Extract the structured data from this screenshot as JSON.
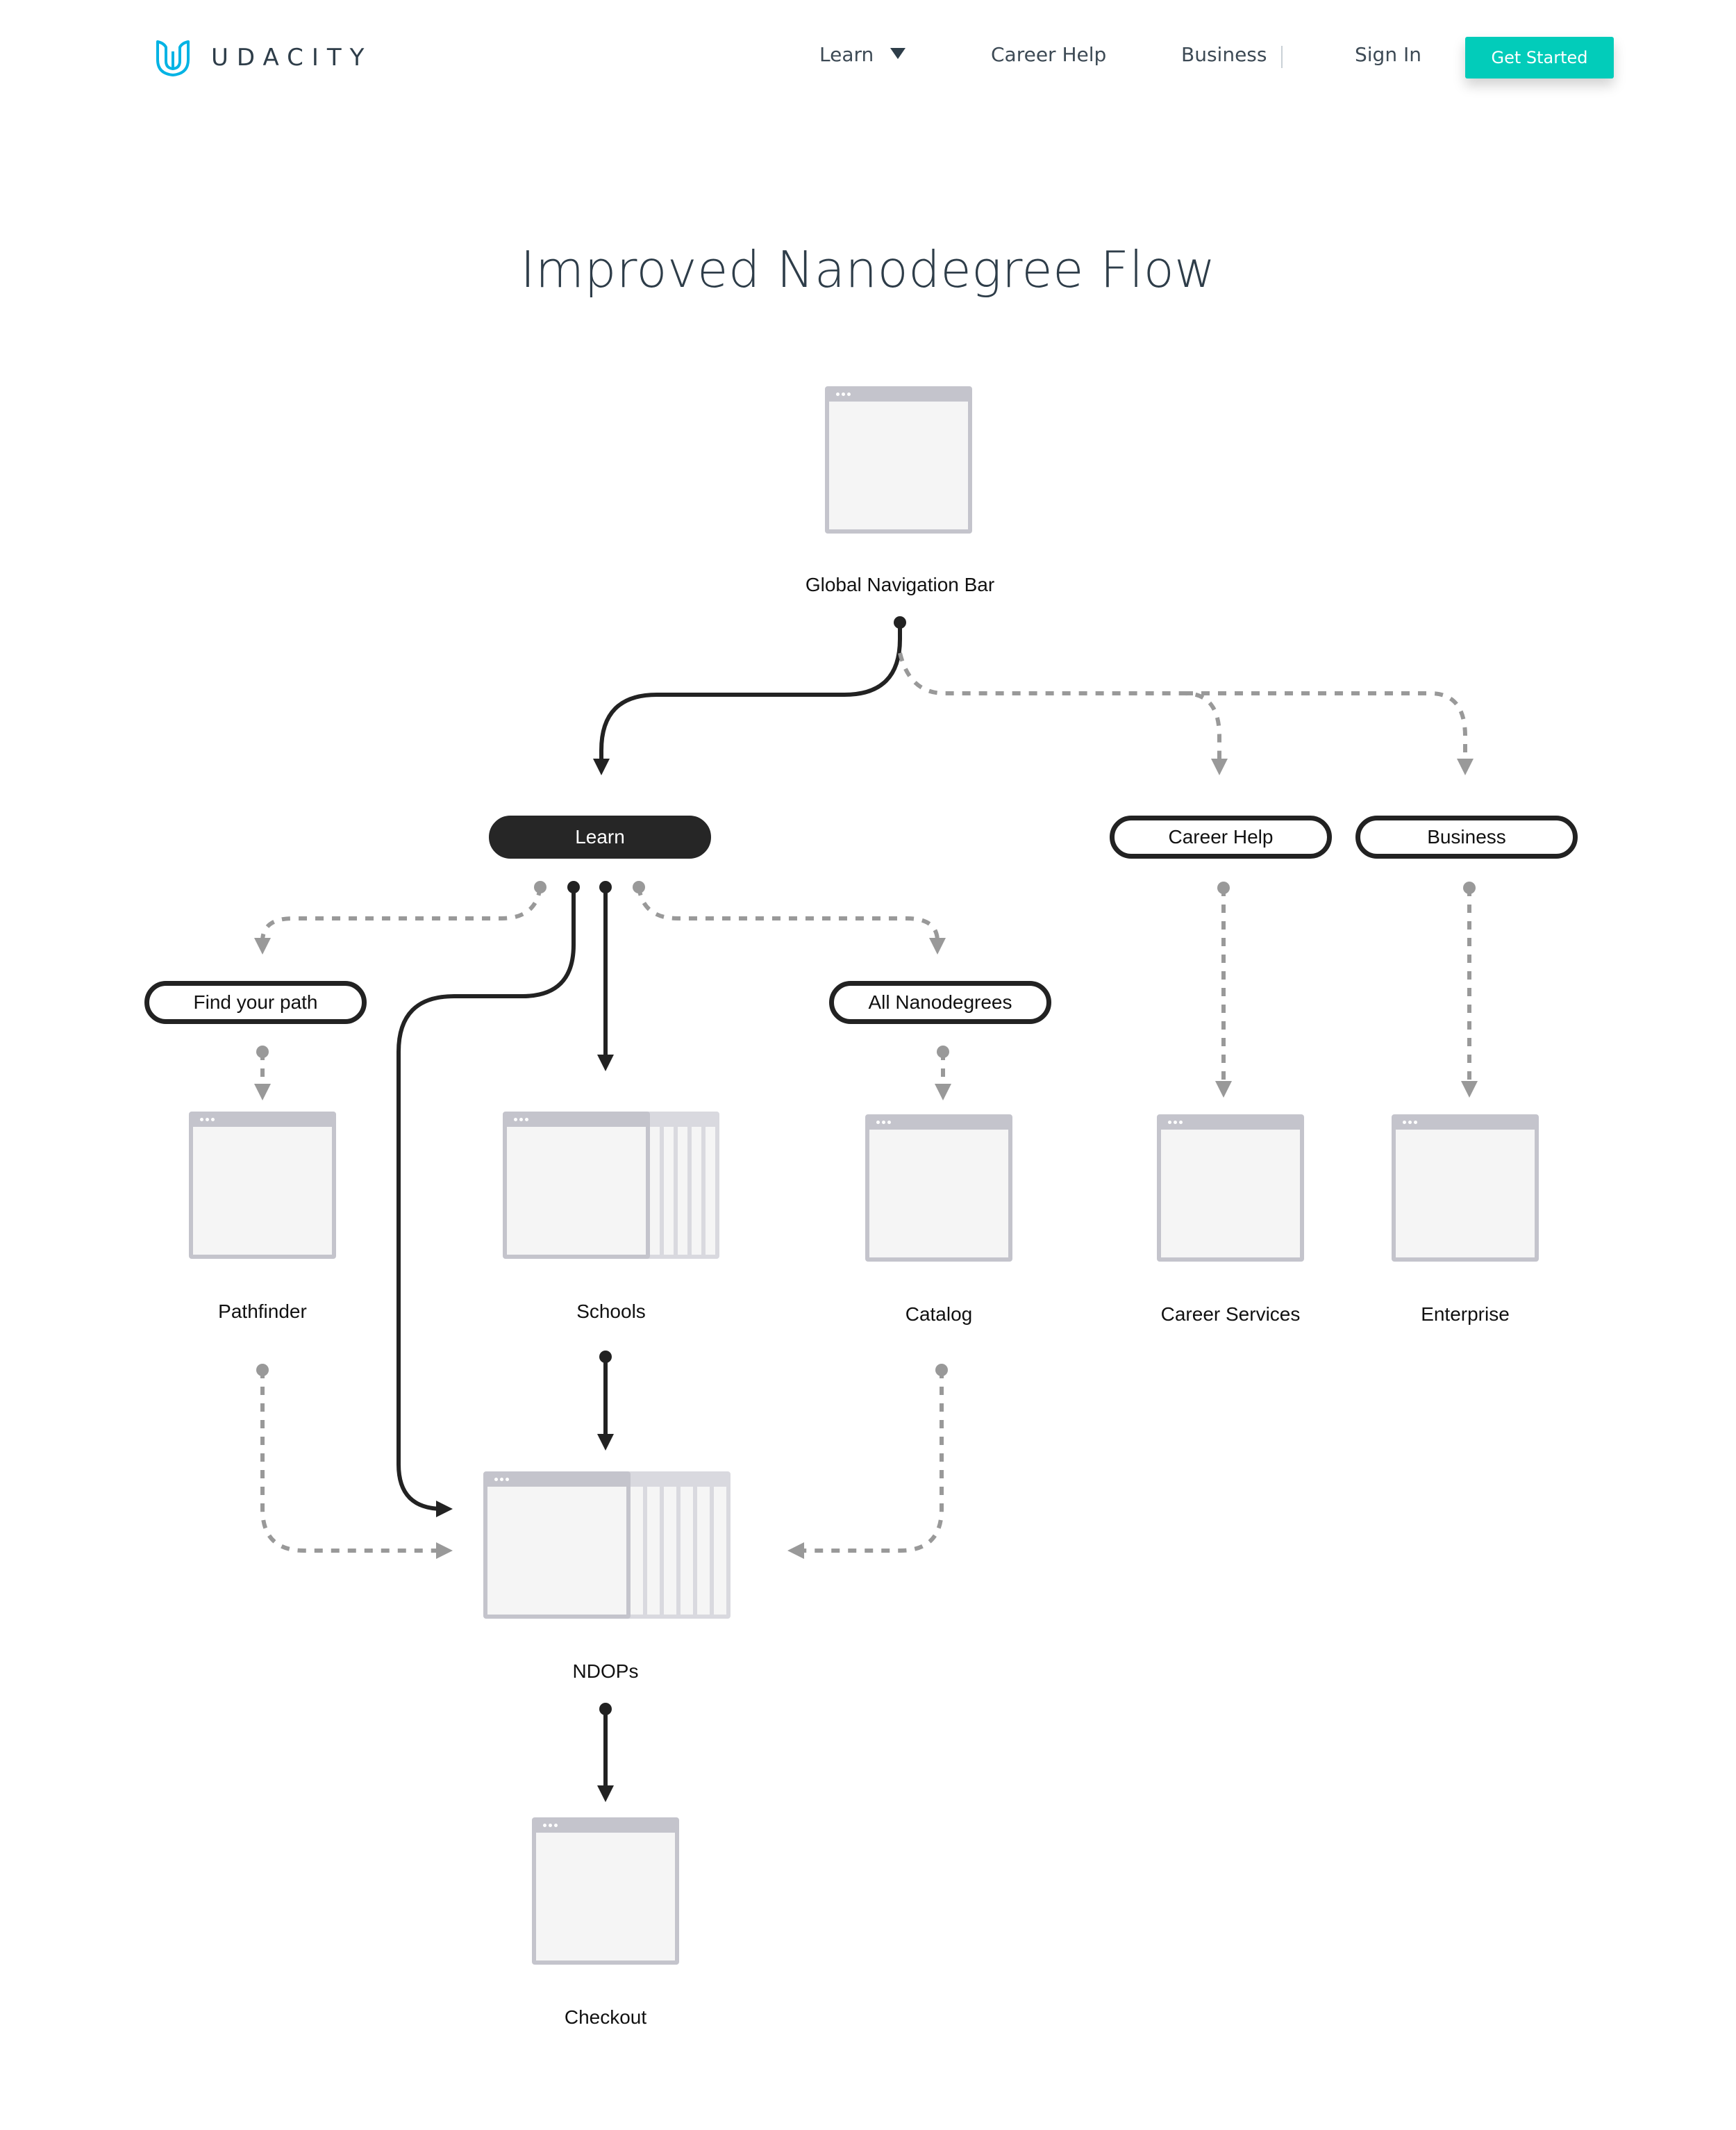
{
  "header": {
    "logo_text": "UDACITY",
    "logo_color": "#02b3e4",
    "nav": [
      {
        "label": "Learn",
        "has_dropdown": true
      },
      {
        "label": "Career Help"
      },
      {
        "label": "Business"
      },
      {
        "label": "Sign In"
      }
    ],
    "cta_label": "Get Started",
    "cta_color": "#02ccba"
  },
  "title": "Improved Nanodegree Flow",
  "diagram": {
    "root": "Global Navigation Bar",
    "nav_nodes": {
      "learn": "Learn",
      "career_help": "Career Help",
      "business": "Business"
    },
    "learn_children": {
      "find_your_path": "Find your path",
      "all_nanodegrees": "All Nanodegrees"
    },
    "pages": {
      "pathfinder": "Pathfinder",
      "schools": "Schools",
      "catalog": "Catalog",
      "career_services": "Career Services",
      "enterprise": "Enterprise",
      "ndops": "NDOPs",
      "checkout": "Checkout"
    },
    "edges": [
      {
        "from": "Global Navigation Bar",
        "to": "Learn",
        "style": "solid"
      },
      {
        "from": "Global Navigation Bar",
        "to": "Career Help",
        "style": "dashed"
      },
      {
        "from": "Global Navigation Bar",
        "to": "Business",
        "style": "dashed"
      },
      {
        "from": "Learn",
        "to": "Find your path",
        "style": "dashed"
      },
      {
        "from": "Learn",
        "to": "All Nanodegrees",
        "style": "dashed"
      },
      {
        "from": "Learn",
        "to": "Schools",
        "style": "solid"
      },
      {
        "from": "Learn",
        "to": "NDOPs",
        "style": "solid"
      },
      {
        "from": "Find your path",
        "to": "Pathfinder",
        "style": "dashed"
      },
      {
        "from": "All Nanodegrees",
        "to": "Catalog",
        "style": "dashed"
      },
      {
        "from": "Career Help",
        "to": "Career Services",
        "style": "dashed"
      },
      {
        "from": "Business",
        "to": "Enterprise",
        "style": "dashed"
      },
      {
        "from": "Schools",
        "to": "NDOPs",
        "style": "solid"
      },
      {
        "from": "Pathfinder",
        "to": "NDOPs",
        "style": "dashed"
      },
      {
        "from": "Catalog",
        "to": "NDOPs",
        "style": "dashed"
      },
      {
        "from": "NDOPs",
        "to": "Checkout",
        "style": "solid"
      }
    ],
    "colors": {
      "solid_edge": "#222222",
      "dashed_edge": "#999999",
      "window_frame": "#c4c4cc",
      "window_fill": "#f5f5f5"
    }
  }
}
